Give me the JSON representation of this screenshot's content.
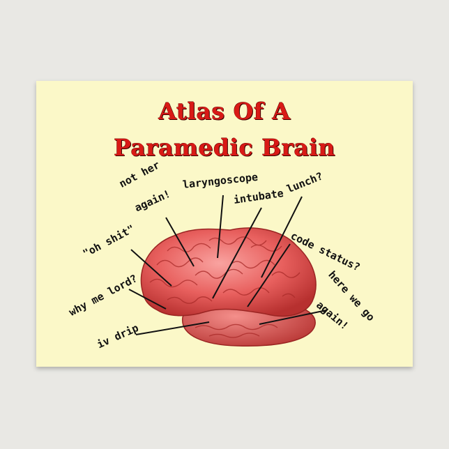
{
  "title": {
    "line1": "Atlas Of A",
    "line2": "Paramedic Brain"
  },
  "labels": {
    "not_her": "not her",
    "again_1": "again!",
    "laryngoscope": "laryngoscope",
    "intubate": "intubate",
    "lunch": "lunch?",
    "oh_shit": "\"oh shit\"",
    "code_status": "code status?",
    "why_me_lord": "why me lord?",
    "here_we_go": "here we go",
    "again_2": "again!",
    "iv_drip": "iv drip"
  },
  "colors": {
    "card_background": "#fbf8c8",
    "title_red": "#d91a16",
    "brain_pink": "#e85e5e"
  }
}
